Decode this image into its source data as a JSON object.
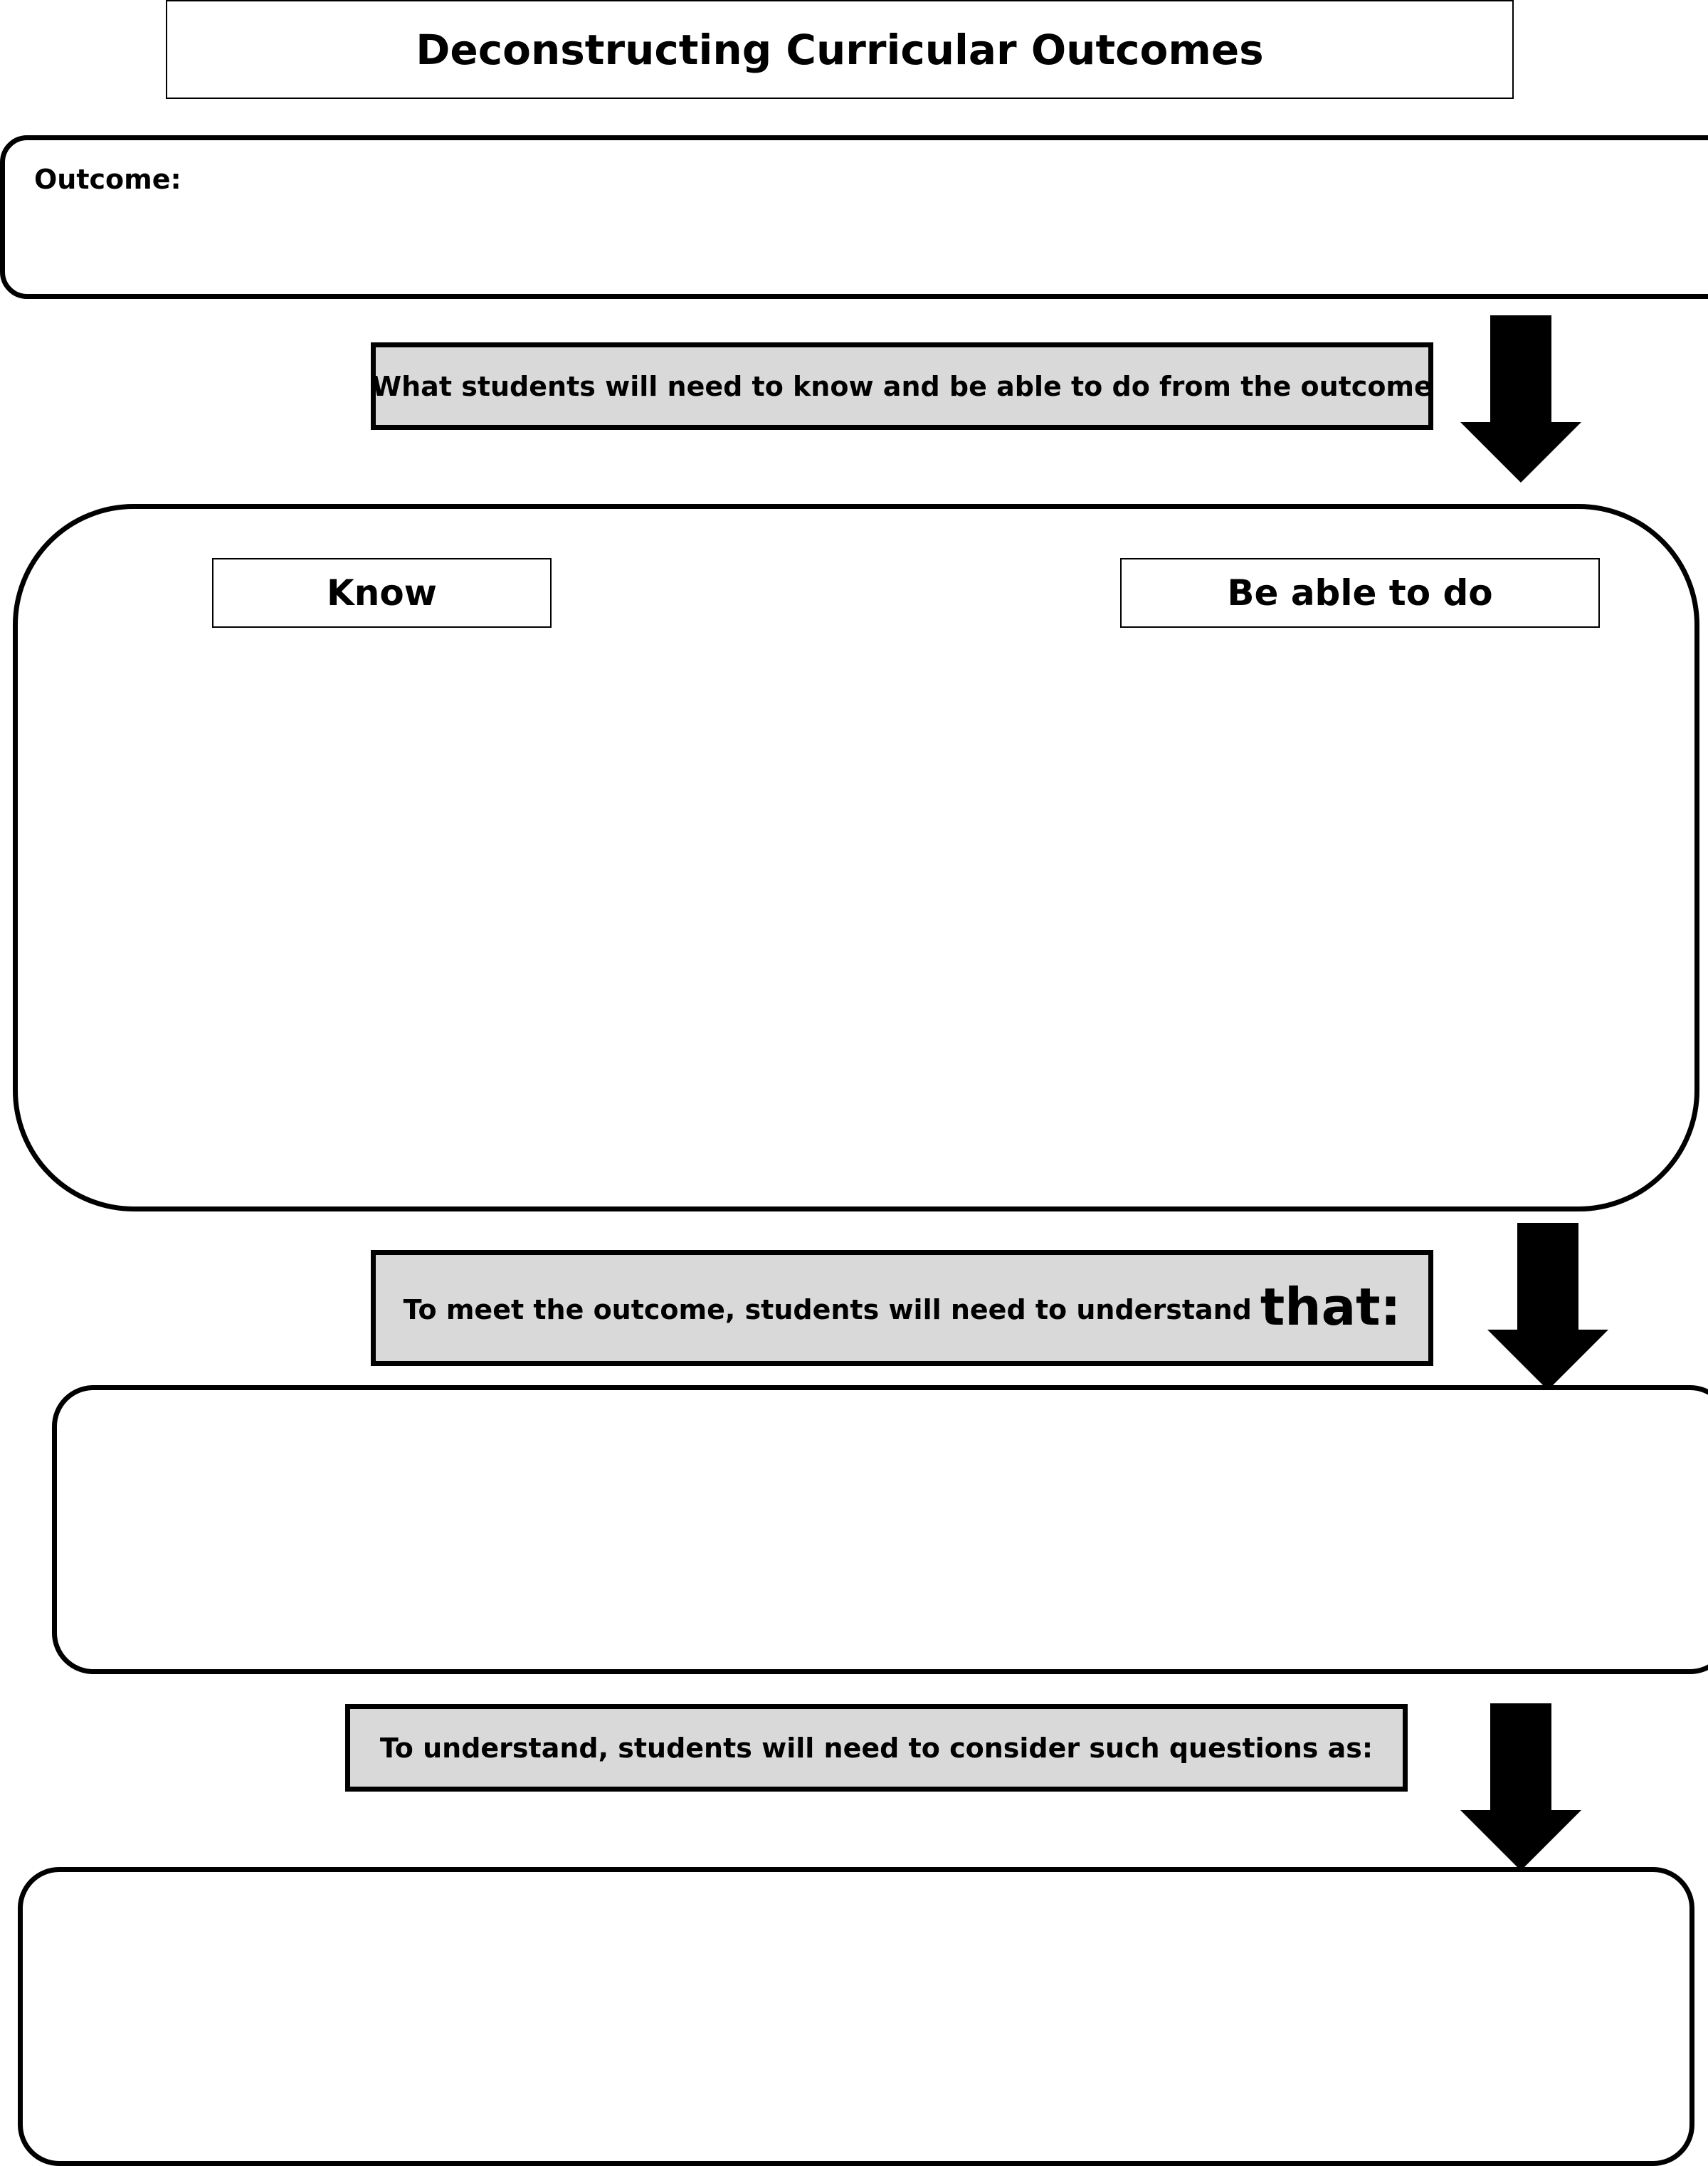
{
  "title": "Deconstructing Curricular Outcomes",
  "outcome": {
    "label": "Outcome:"
  },
  "step1": {
    "banner": "What students will need to know and be able to do from the outcome"
  },
  "columns": {
    "know": "Know",
    "do": "Be able to do"
  },
  "step2": {
    "banner_text": "To meet the outcome, students will need to understand",
    "banner_emphasis": "that:"
  },
  "step3": {
    "banner": "To understand, students will need to consider such questions as:"
  },
  "icons": {
    "arrow": "down-arrow-icon"
  },
  "colors": {
    "banner_fill": "#d9d9d9",
    "stroke": "#000000"
  }
}
